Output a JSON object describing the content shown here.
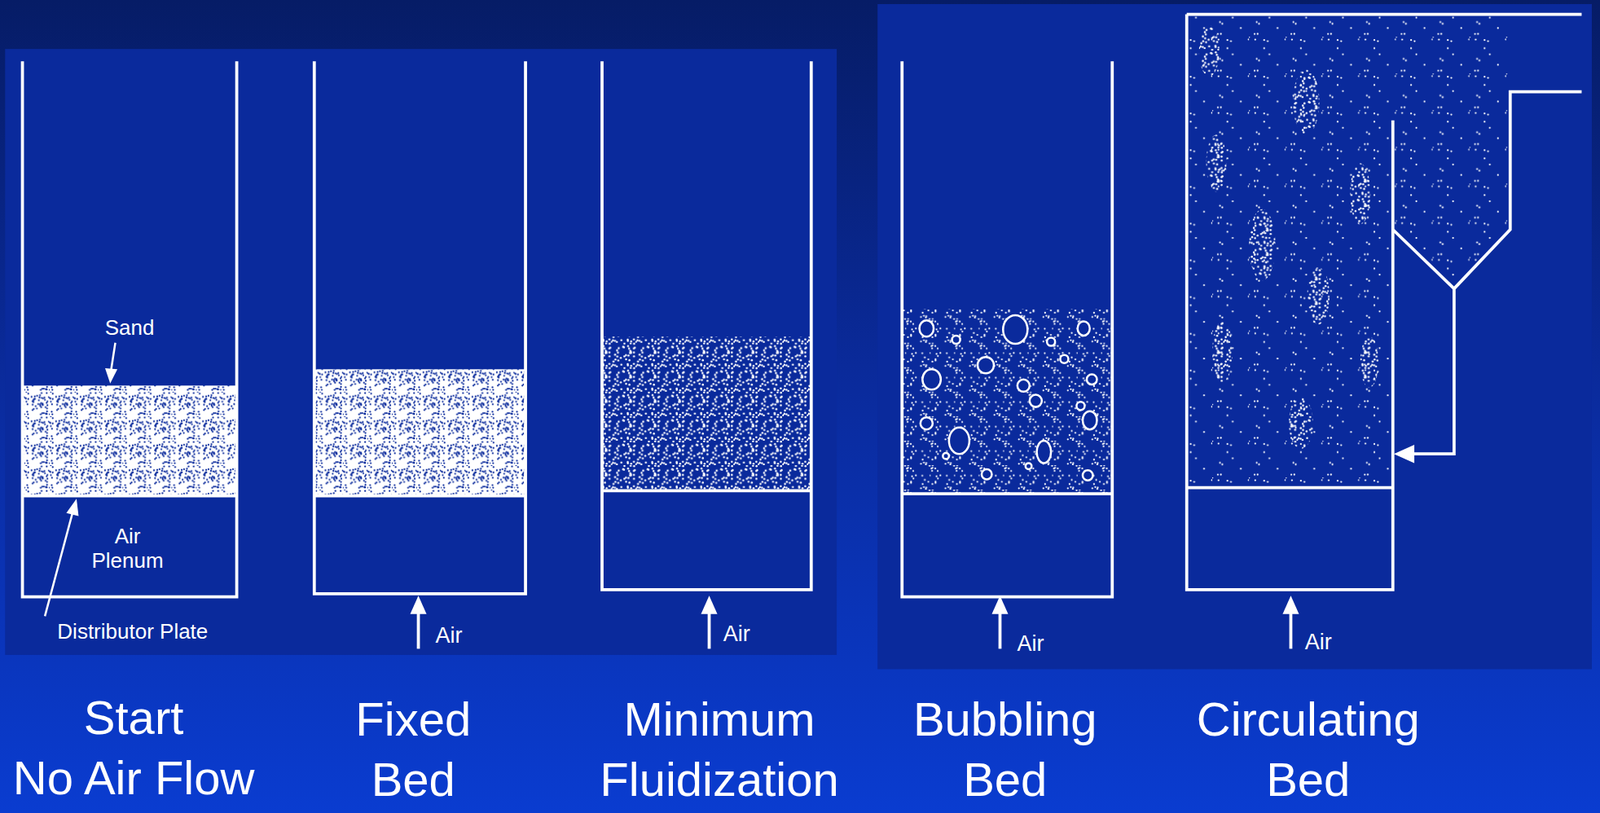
{
  "diagram": {
    "labels": [
      "Sand",
      "Air Plenum",
      "Distributor Plate",
      "Air",
      "Air",
      "Air",
      "Air",
      "Start No Air Flow",
      "Fixed Bed",
      "Minimum Fluidization",
      "Bubbling Bed",
      "Circulating Bed"
    ]
  }
}
